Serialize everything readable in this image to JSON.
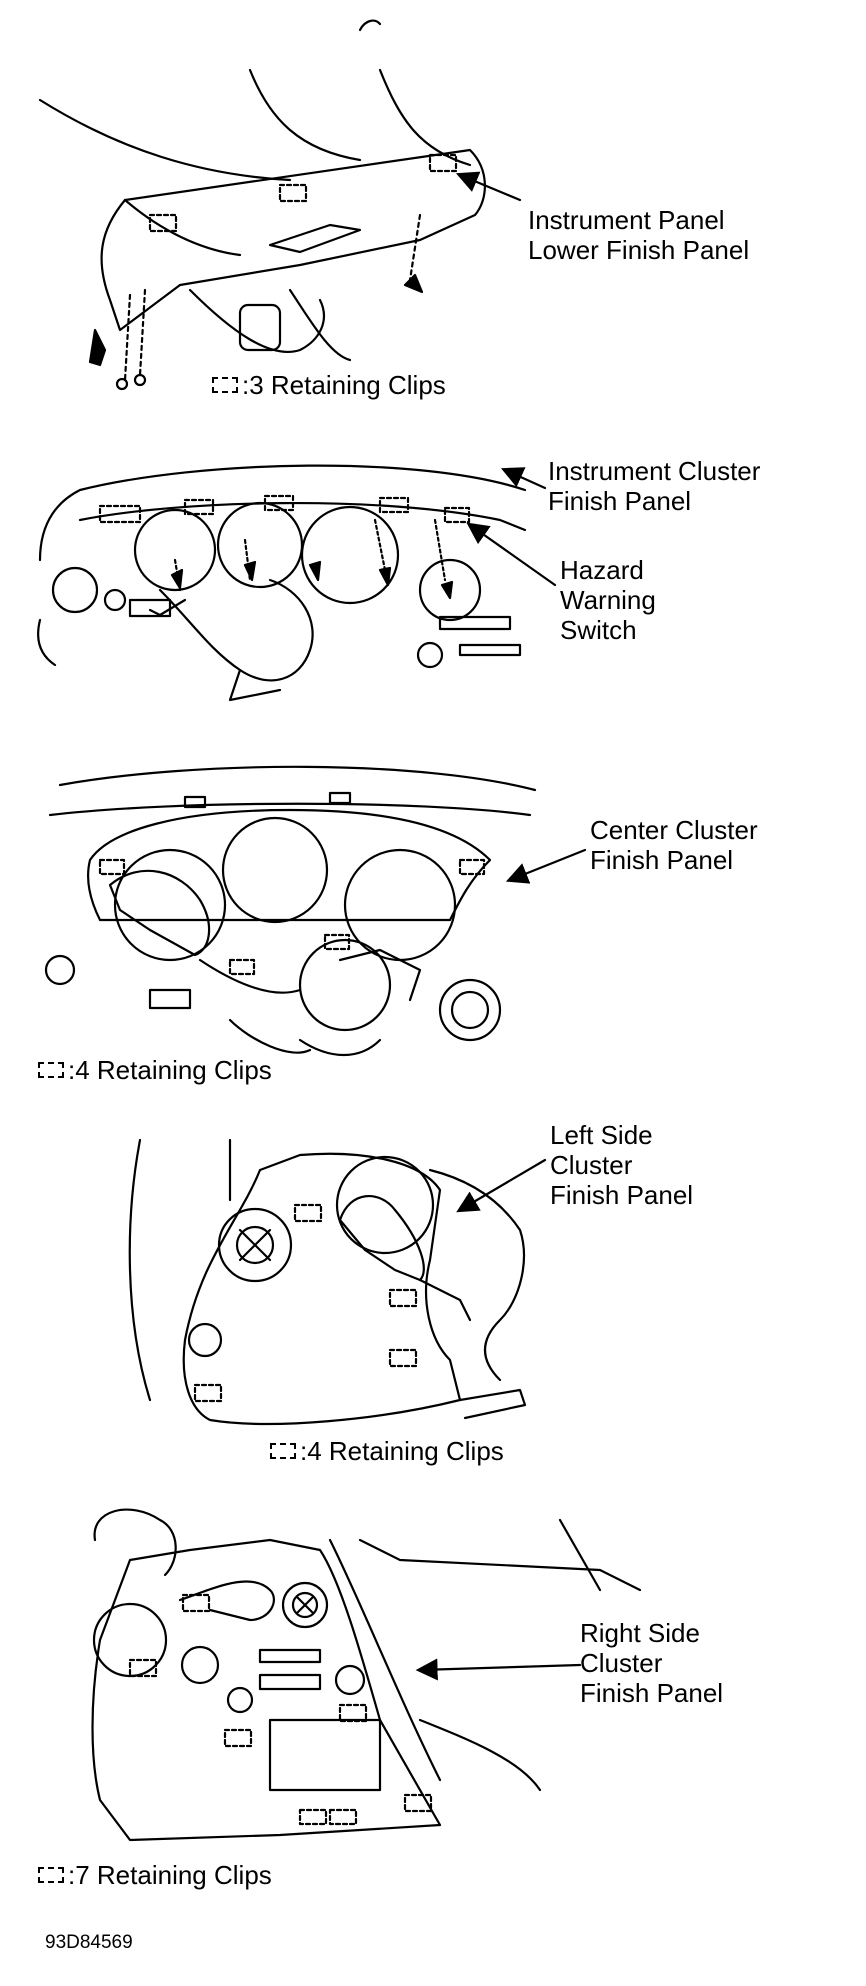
{
  "panels": [
    {
      "callout": "Instrument Panel\nLower Finish Panel",
      "clips": ":3 Retaining Clips"
    },
    {
      "callout": "Instrument Cluster\nFinish Panel",
      "callout2": "Hazard\nWarning\nSwitch"
    },
    {
      "callout": "Center Cluster\nFinish Panel",
      "clips": ":4 Retaining Clips"
    },
    {
      "callout": "Left Side\nCluster\nFinish Panel",
      "clips": ":4 Retaining Clips"
    },
    {
      "callout": "Right Side\nCluster\nFinish Panel",
      "clips": ":7 Retaining Clips"
    }
  ],
  "figure_code": "93D84569"
}
